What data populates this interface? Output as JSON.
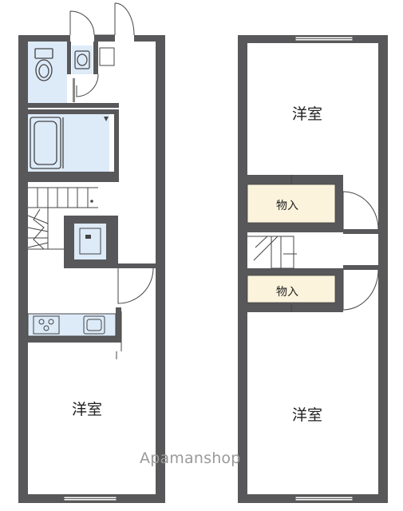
{
  "floor1": {
    "room_label": "洋室"
  },
  "floor2": {
    "top_room_label": "洋室",
    "bottom_room_label": "洋室",
    "storage_top_label": "物入",
    "storage_bottom_label": "物入"
  },
  "watermark": "Apamanshop",
  "colors": {
    "wall": "#58585a",
    "wet_area": "#ddeaf8",
    "storage": "#fbf3dc",
    "door_line": "#444444"
  },
  "icons": [
    "toilet-icon",
    "sink-icon",
    "bathtub-icon",
    "stairs-icon",
    "stove-icon",
    "kitchen-sink-icon",
    "door-swing-icon",
    "window-icon"
  ]
}
